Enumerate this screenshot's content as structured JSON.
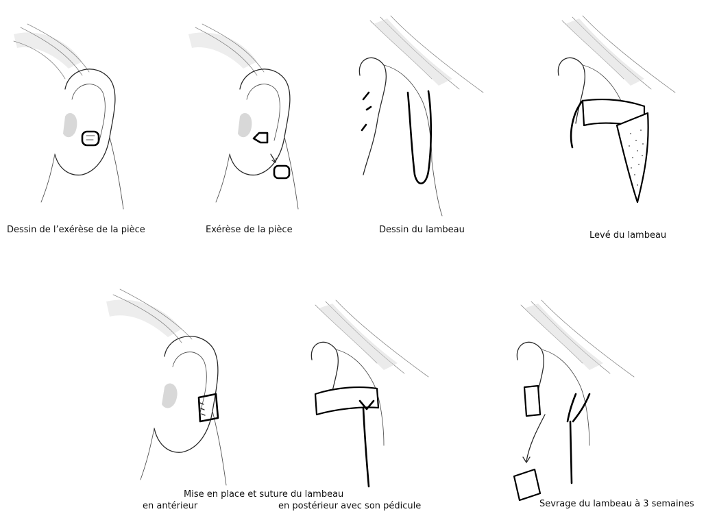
{
  "panels": [
    {
      "caption": "Dessin de l’exérèse de la pièce"
    },
    {
      "caption": "Exérèse de la pièce"
    },
    {
      "caption": "Dessin du lambeau"
    },
    {
      "caption": "Levé du lambeau"
    },
    {
      "caption": ""
    },
    {
      "caption": ""
    },
    {
      "caption": "Sevrage du lambeau à 3 semaines"
    }
  ],
  "bottom_caption": {
    "title": "Mise en place et suture du lambeau",
    "left": "en antérieur",
    "right": "en postérieur avec son pédicule"
  }
}
